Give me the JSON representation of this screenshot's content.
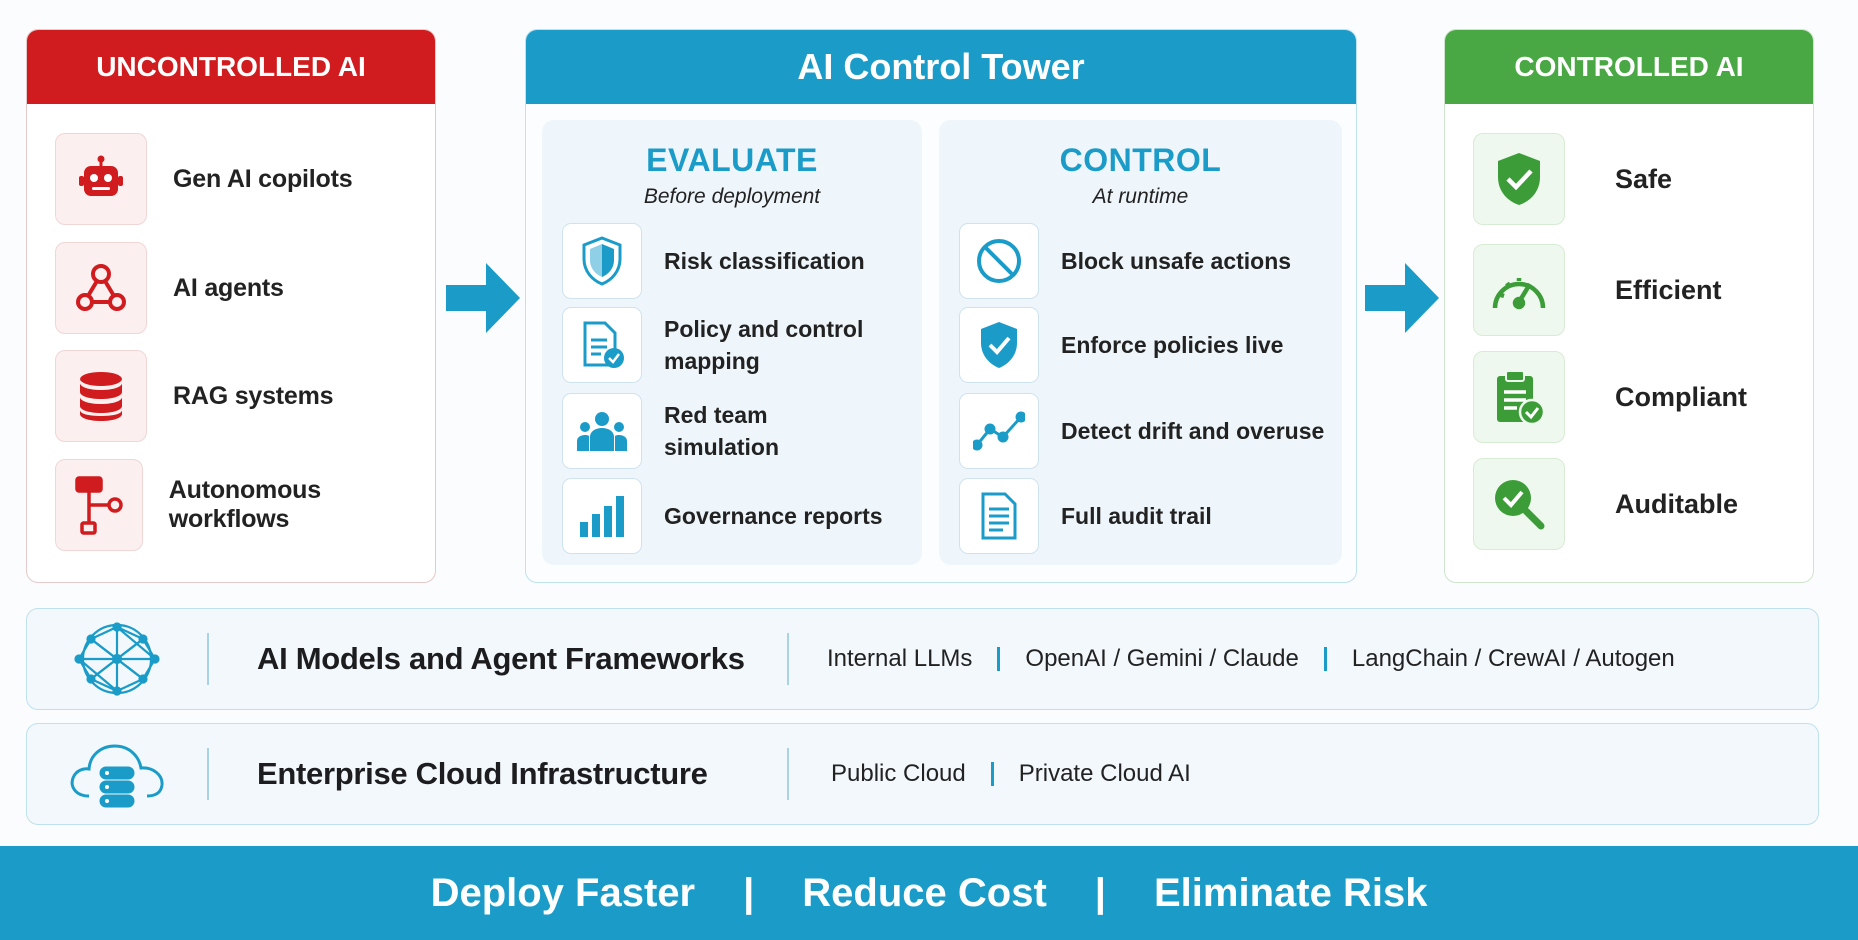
{
  "uncontrolled": {
    "title": "UNCONTROLLED AI",
    "items": [
      {
        "label": "Gen AI copilots",
        "icon": "robot-icon"
      },
      {
        "label": "AI agents",
        "icon": "agent-network-icon"
      },
      {
        "label": "RAG systems",
        "icon": "database-icon"
      },
      {
        "label": "Autonomous workflows",
        "icon": "workflow-icon"
      }
    ]
  },
  "tower": {
    "title": "AI Control Tower",
    "evaluate": {
      "title": "EVALUATE",
      "subtitle": "Before deployment",
      "items": [
        {
          "label": "Risk classification",
          "icon": "shield-icon"
        },
        {
          "label": "Policy and control mapping",
          "icon": "document-check-icon"
        },
        {
          "label": "Red team simulation",
          "icon": "team-icon"
        },
        {
          "label": "Governance reports",
          "icon": "bar-chart-icon"
        }
      ]
    },
    "control": {
      "title": "CONTROL",
      "subtitle": "At runtime",
      "items": [
        {
          "label": "Block unsafe actions",
          "icon": "block-icon"
        },
        {
          "label": "Enforce policies live",
          "icon": "shield-check-icon"
        },
        {
          "label": "Detect drift and overuse",
          "icon": "trend-line-icon"
        },
        {
          "label": "Full audit trail",
          "icon": "audit-document-icon"
        }
      ]
    }
  },
  "controlled": {
    "title": "CONTROLLED AI",
    "items": [
      {
        "label": "Safe",
        "icon": "shield-check-icon"
      },
      {
        "label": "Efficient",
        "icon": "speedometer-icon"
      },
      {
        "label": "Compliant",
        "icon": "clipboard-check-icon"
      },
      {
        "label": "Auditable",
        "icon": "magnifier-check-icon"
      }
    ]
  },
  "layers": [
    {
      "title": "AI Models and Agent Frameworks",
      "icon": "neural-network-icon",
      "items": [
        "Internal LLMs",
        "OpenAI / Gemini / Claude",
        "LangChain / CrewAI / Autogen"
      ]
    },
    {
      "title": "Enterprise Cloud Infrastructure",
      "icon": "cloud-server-icon",
      "items": [
        "Public Cloud",
        "Private Cloud AI"
      ]
    }
  ],
  "footer": {
    "items": [
      "Deploy Faster",
      "Reduce Cost",
      "Eliminate Risk"
    ],
    "separator": "|"
  },
  "colors": {
    "red": "#d01c1f",
    "blue": "#1b9cc8",
    "green": "#49a844"
  }
}
